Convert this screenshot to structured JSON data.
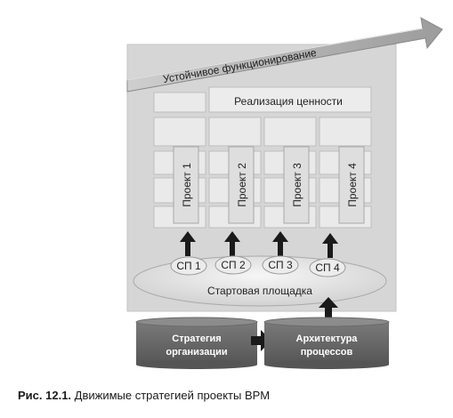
{
  "diagram": {
    "banner_text": "Устойчивое функционирование",
    "value_text": "Реализация ценности",
    "projects": [
      "Проект 1",
      "Проект 2",
      "Проект 3",
      "Проект 4"
    ],
    "launch_pads": [
      "СП 1",
      "СП 2",
      "СП 3",
      "СП 4"
    ],
    "platform_label": "Стартовая площадка",
    "strategy_lines": [
      "Стратегия",
      "организации"
    ],
    "architecture_lines": [
      "Архитектура",
      "процессов"
    ]
  },
  "caption": {
    "label": "Рис. 12.1.",
    "text": "Движимые стратегией проекты BPM"
  }
}
